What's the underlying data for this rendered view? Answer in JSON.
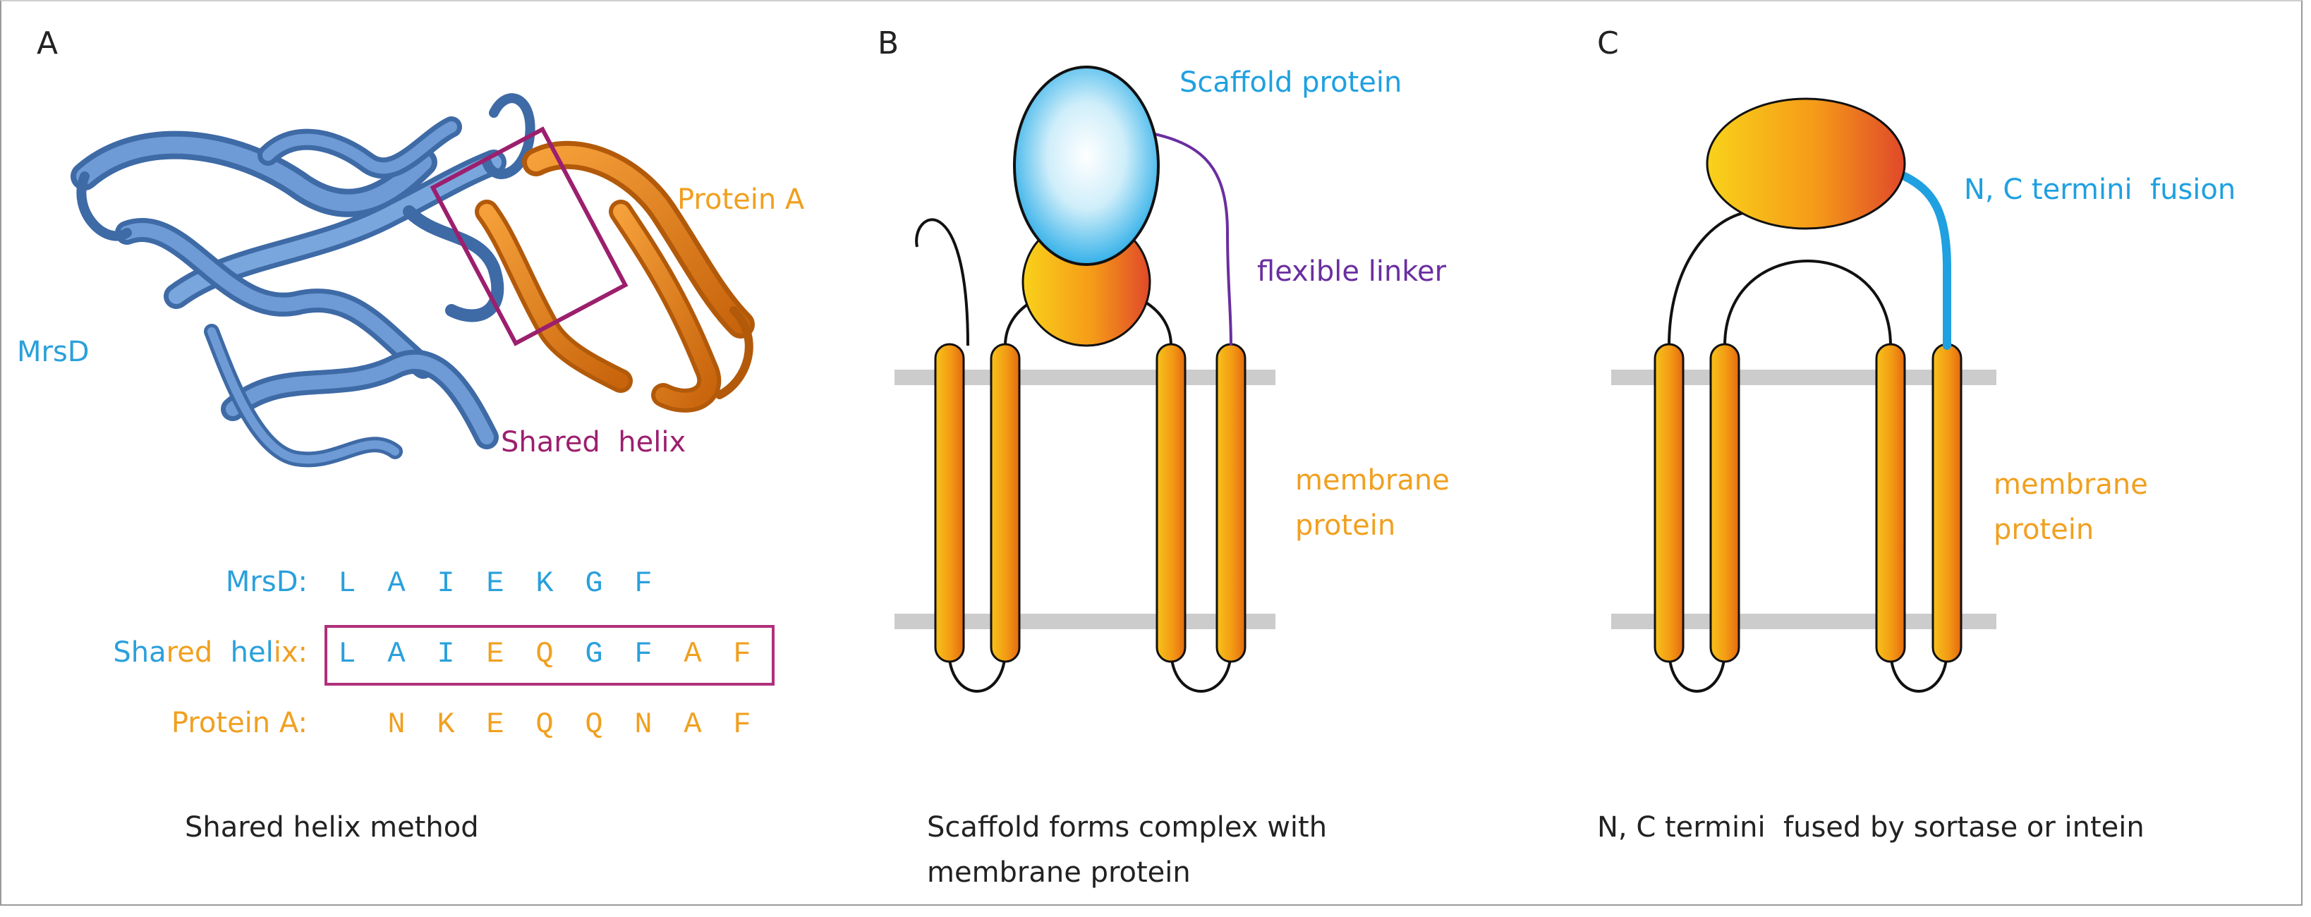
{
  "panels": {
    "a": {
      "letter": "A",
      "label_mrsd": "MrsD",
      "label_protein_a": "Protein A",
      "label_shared_helix": "Shared  helix",
      "seq_rows": [
        {
          "label": "MrsD:",
          "residues": [
            "L",
            "A",
            "I",
            "E",
            "K",
            "G",
            "F"
          ]
        },
        {
          "label": "Shared  helix:",
          "residues": [
            "L",
            "A",
            "I",
            "E",
            "Q",
            "G",
            "F",
            "A",
            "F"
          ]
        },
        {
          "label": "Protein A:",
          "residues": [
            "N",
            "K",
            "E",
            "Q",
            "Q",
            "N",
            "A",
            "F"
          ]
        }
      ],
      "caption": "Shared helix method"
    },
    "b": {
      "letter": "B",
      "label_scaffold": "Scaffold protein",
      "label_linker": "flexible linker",
      "label_membrane_1": "membrane",
      "label_membrane_2": "protein",
      "caption_1": "Scaffold forms complex with",
      "caption_2": "membrane protein"
    },
    "c": {
      "letter": "C",
      "label_fusion": "N, C termini  fusion",
      "label_membrane_1": "membrane",
      "label_membrane_2": "protein",
      "caption": "N, C termini  fused by sortase or intein"
    }
  },
  "colors": {
    "mrsd": "#2aa0dc",
    "protein_a": "#f0a020",
    "shared_helix": "#9c1f6e",
    "linker": "#6a2ea0",
    "fusion": "#1fa0e0",
    "ribbon": "#5f8fcc",
    "membrane_band": "#cccccc",
    "text": "#222222"
  }
}
